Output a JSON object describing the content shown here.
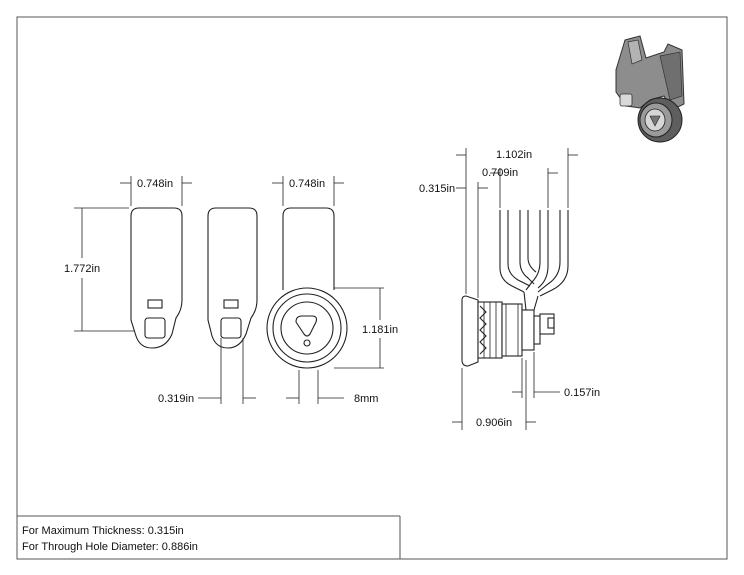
{
  "dimensions": {
    "front_width_1": "0.748in",
    "front_width_2": "0.748in",
    "height": "1.772in",
    "face_diameter": "1.181in",
    "shaft_width": "0.319in",
    "key_slot": "8mm",
    "overall_depth": "1.102in",
    "cam_offset": "0.709in",
    "max_thickness_dim": "0.315in",
    "stud_length": "0.157in",
    "body_depth": "0.906in"
  },
  "notes": {
    "max_thickness": "For Maximum Thickness: 0.315in",
    "hole_diameter": "For Through Hole Diameter: 0.886in"
  }
}
